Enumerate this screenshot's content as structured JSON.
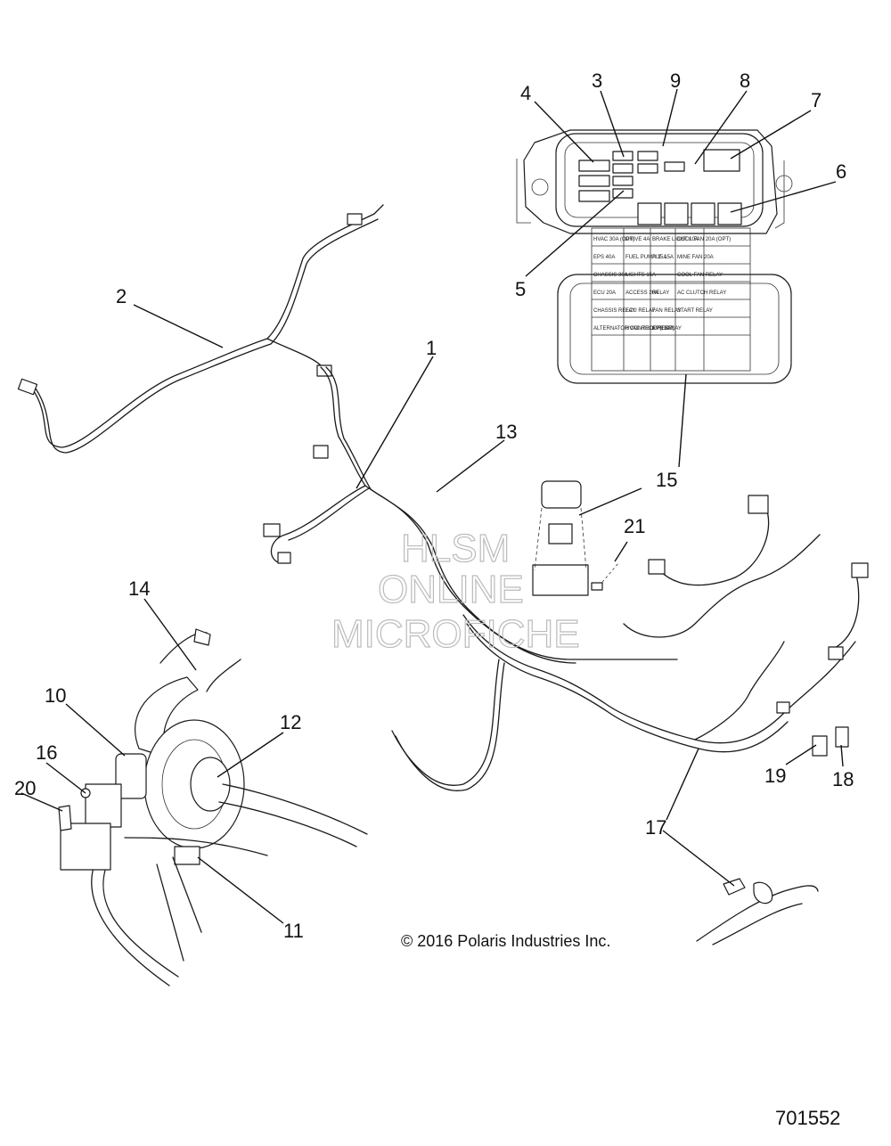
{
  "diagram": {
    "callouts": [
      "1",
      "2",
      "3",
      "4",
      "5",
      "6",
      "7",
      "8",
      "9",
      "10",
      "11",
      "12",
      "13",
      "14",
      "15",
      "16",
      "17",
      "18",
      "19",
      "20",
      "21"
    ],
    "fuse_box_labels": [
      "HVAC 30A (OPT)",
      "DRIVE 4A",
      "BRAKE LIGHT 10A",
      "COOL FAN 20A (OPT)",
      "EPS 40A",
      "FUEL PUMP 15A",
      "ALT. 15A",
      "MINE FAN 20A",
      "CHASSIS 30A",
      "LIGHTS 15A",
      "",
      "COOL FAN RELAY",
      "ECU 20A",
      "ACCESS 20A",
      "RELAY",
      "AC CLUTCH RELAY",
      "CHASSIS RELAY",
      "ECU RELAY",
      "FAN RELAY",
      "START RELAY",
      "ALTERNATOR CONTROL RELAY",
      "HVAC RELAY (OPT)",
      "EPS RELAY"
    ],
    "watermark": [
      "HLSM",
      "ONLINE",
      "MICROFICHE"
    ],
    "copyright": "© 2016 Polaris Industries Inc.",
    "drawing_number": "701552"
  }
}
